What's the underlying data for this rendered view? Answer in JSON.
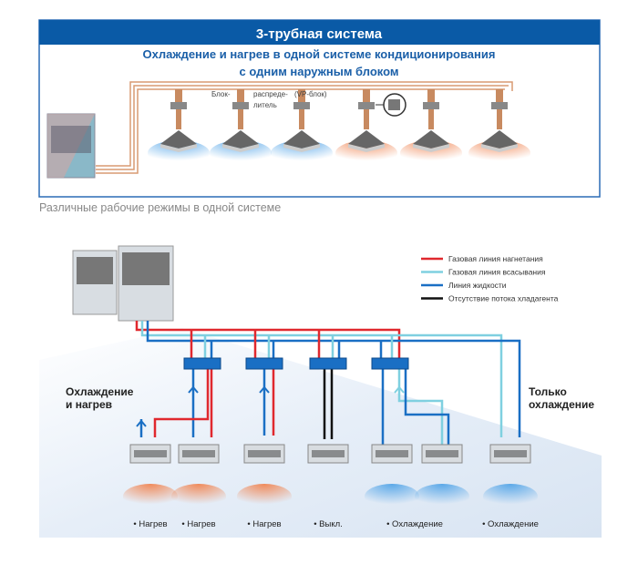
{
  "top_panel": {
    "title": "3-трубная система",
    "subtitle_line1": "Охлаждение и нагрев в одной системе кондиционирования",
    "subtitle_line2": "с одним наружным блоком",
    "label_part1": "Блок-",
    "label_part2": "распреде-",
    "label_part3": "литель",
    "label_part4": "(VP-блок)",
    "header_color": "#0a5aa6"
  },
  "caption": "Различные рабочие режимы в одной системе",
  "legend": [
    {
      "label": "Газовая линия нагнетания",
      "color": "#e0282e"
    },
    {
      "label": "Газовая линия всасывания",
      "color": "#7fd0e0"
    },
    {
      "label": "Линия жидкости",
      "color": "#1a6fc4"
    },
    {
      "label": "Отсутствие потока хладагента",
      "color": "#111111"
    }
  ],
  "side_labels": {
    "left_line1": "Охлаждение",
    "left_line2": "и нагрев",
    "right_line1": "Только",
    "right_line2": "охлаждение"
  },
  "modes": [
    "• Нагрев",
    "• Нагрев",
    "• Нагрев",
    "• Выкл.",
    "• Охлаждение",
    "• Охлаждение"
  ]
}
